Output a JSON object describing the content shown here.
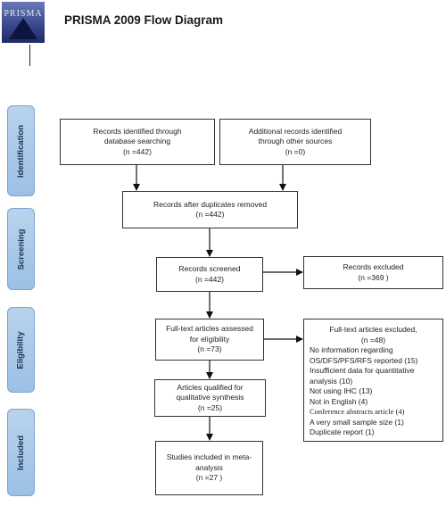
{
  "logo": {
    "text": "PRISMA"
  },
  "title": "PRISMA 2009 Flow Diagram",
  "stages": {
    "identification": "Identification",
    "screening": "Screening",
    "eligibility": "Eligibility",
    "included": "Included"
  },
  "boxes": {
    "db_search": {
      "line1": "Records identified through",
      "line2": "database searching",
      "count": "(n =442)"
    },
    "other_sources": {
      "line1": "Additional records identified",
      "line2": "through other sources",
      "count": "(n =0)"
    },
    "after_duplicates": {
      "line1": "Records after duplicates removed",
      "count": "(n =442)"
    },
    "screened": {
      "line1": "Records screened",
      "count": "(n =442)"
    },
    "excluded": {
      "line1": "Records excluded",
      "count": "(n =369 )"
    },
    "fulltext_assessed": {
      "line1": "Full-text articles assessed",
      "line2": "for eligibility",
      "count": "(n =73)"
    },
    "fulltext_excluded": {
      "header": "Full-text articles excluded,",
      "count": "(n =48)",
      "reasons": [
        "No information regarding",
        "OS/DFS/PFS/RFS reported (15)",
        "Insufficient data for quantitative",
        "analysis (10)",
        "Not using IHC (13)",
        "Not in English (4)",
        "Conference abstracts article (4)",
        "A very small sample size (1)",
        "Duplicate report (1)"
      ]
    },
    "qualitative": {
      "line1": "Articles qualified for",
      "line2": "qualitative synthesis",
      "count": "(n =25)"
    },
    "meta_analysis": {
      "line1": "Studies included in meta-",
      "line2": "analysis",
      "count": "(n =27 )"
    }
  }
}
